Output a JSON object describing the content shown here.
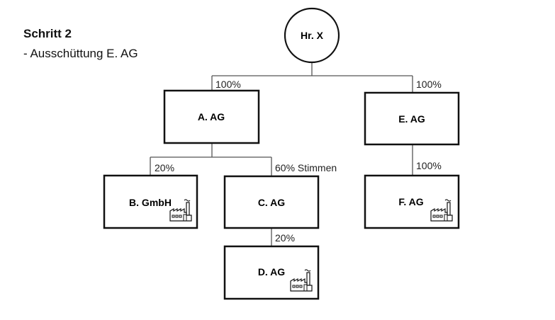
{
  "header": {
    "title": "Schritt 2",
    "subtitle": "- Ausschüttung E. AG"
  },
  "nodes": {
    "root": {
      "label": "Hr. X",
      "shape": "circle"
    },
    "a_ag": {
      "label": "A. AG",
      "factory_icon": false
    },
    "e_ag": {
      "label": "E. AG",
      "factory_icon": false
    },
    "b_gmbh": {
      "label": "B. GmbH",
      "factory_icon": true
    },
    "c_ag": {
      "label": "C. AG",
      "factory_icon": false
    },
    "d_ag": {
      "label": "D. AG",
      "factory_icon": true
    },
    "f_ag": {
      "label": "F. AG",
      "factory_icon": true
    }
  },
  "edges": {
    "root_a": {
      "from": "Hr. X",
      "to": "A. AG",
      "label": "100%"
    },
    "root_e": {
      "from": "Hr. X",
      "to": "E. AG",
      "label": "100%"
    },
    "a_b": {
      "from": "A. AG",
      "to": "B. GmbH",
      "label": "20%"
    },
    "a_c": {
      "from": "A. AG",
      "to": "C. AG",
      "label": "60% Stimmen"
    },
    "c_d": {
      "from": "C. AG",
      "to": "D. AG",
      "label": "20%"
    },
    "e_f": {
      "from": "E. AG",
      "to": "F. AG",
      "label": "100%"
    }
  },
  "colors": {
    "line": "#555555",
    "box_border": "#111111",
    "text": "#111111"
  }
}
